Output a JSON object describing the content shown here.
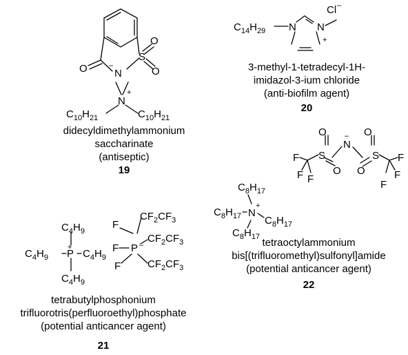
{
  "compounds": [
    {
      "number": "19",
      "name_lines": [
        "didecyldimethylammonium",
        "saccharinate"
      ],
      "role": "(antiseptic)",
      "structure": {
        "atoms": {
          "S": "S",
          "O": "O",
          "N": "N",
          "N_plus": "N",
          "alkyl": "C",
          "alkyl_sub": "10",
          "alkyl_h": "H",
          "alkyl_h_sub": "21"
        },
        "charges": {
          "minus": "–",
          "plus": "+"
        }
      }
    },
    {
      "number": "20",
      "name_lines": [
        "3-methyl-1-tetradecyl-1H-",
        "imidazol-3-ium chloride"
      ],
      "role": "(anti-biofilm agent)",
      "structure": {
        "atoms": {
          "N": "N",
          "alkyl": "C",
          "alkyl_sub": "14",
          "alkyl_h": "H",
          "alkyl_h_sub": "29",
          "counter_ion": "Cl"
        },
        "charges": {
          "minus": "–",
          "plus": "+"
        }
      }
    },
    {
      "number": "21",
      "name_lines": [
        "tetrabutylphosphonium",
        "trifluorotris(perfluoroethyl)phosphate"
      ],
      "role": "(potential anticancer agent)",
      "structure": {
        "atoms": {
          "P": "P",
          "F": "F",
          "butyl": "C",
          "butyl_sub": "4",
          "butyl_h": "H",
          "butyl_h_sub": "9",
          "perfluoroethyl": "CF",
          "pf_sub": "2",
          "pf_end": "CF",
          "pf_end_sub": "3"
        },
        "charges": {
          "minus": "–",
          "plus": "+"
        }
      }
    },
    {
      "number": "22",
      "name_lines": [
        "tetraoctylammonium",
        "bis[(trifluoromethyl)sulfonyl]amide"
      ],
      "role": "(potential anticancer agent)",
      "structure": {
        "atoms": {
          "N": "N",
          "S": "S",
          "O": "O",
          "F": "F",
          "octyl": "C",
          "octyl_sub": "8",
          "octyl_h": "H",
          "octyl_h_sub": "17"
        },
        "charges": {
          "minus": "–",
          "plus": "+"
        }
      }
    }
  ]
}
